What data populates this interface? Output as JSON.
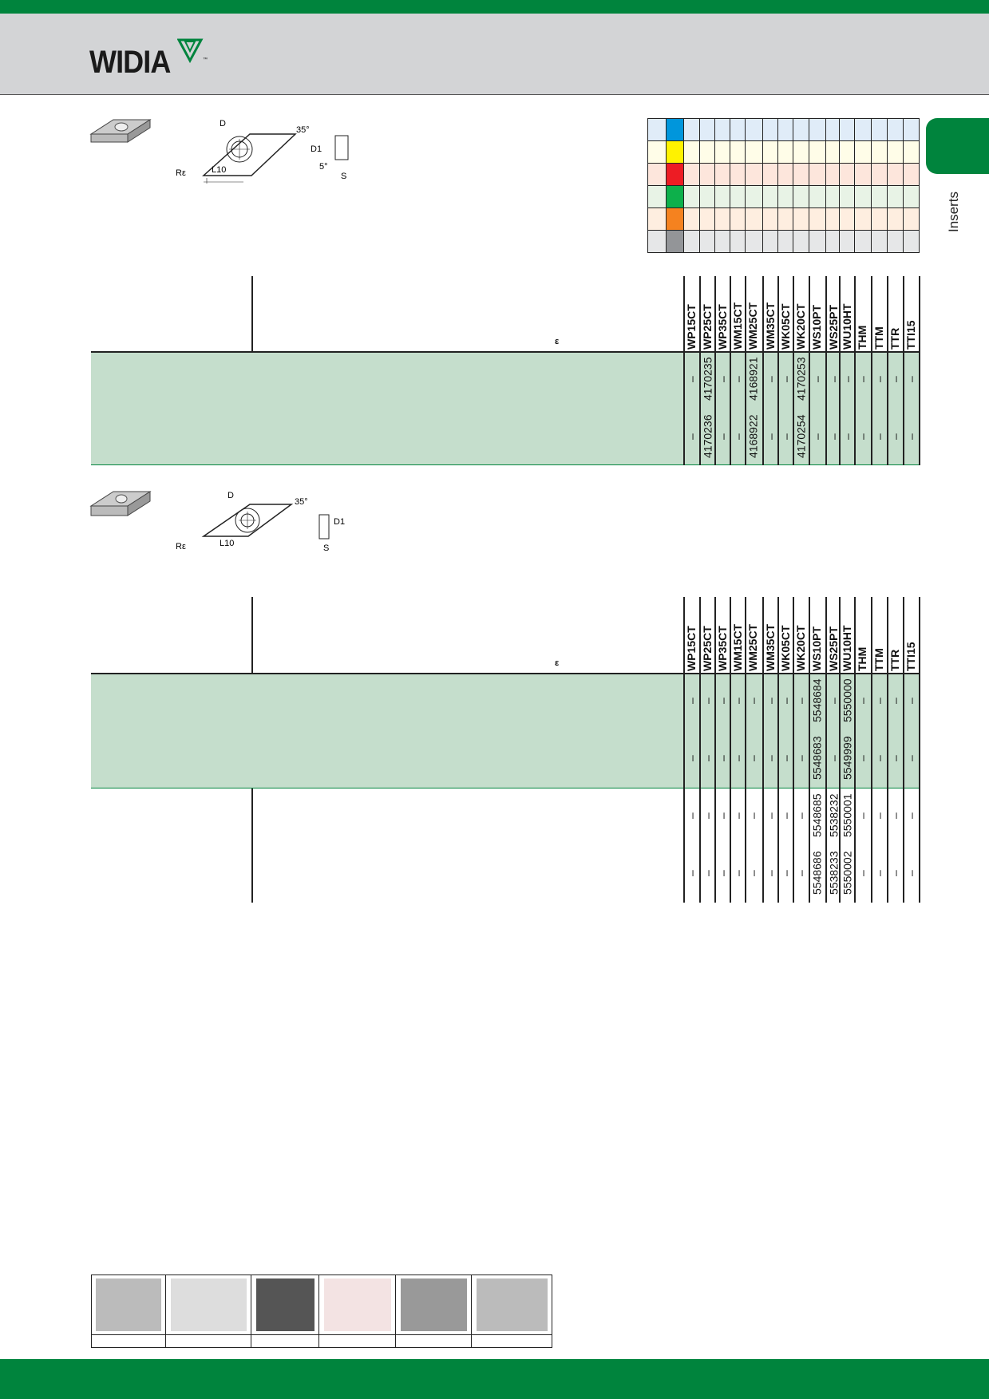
{
  "brand": {
    "logo_text": "WIDIA",
    "trademark": "™"
  },
  "side_tab": {
    "label": "Inserts"
  },
  "colors": {
    "accent": "#00843d",
    "table_band": "#c5decc"
  },
  "material_groups": [
    {
      "color": "#0096dc",
      "tint": "#e0ecf8"
    },
    {
      "color": "#fff200",
      "tint": "#fffde8"
    },
    {
      "color": "#ed1c24",
      "tint": "#fde6dc"
    },
    {
      "color": "#0db04b",
      "tint": "#e8f3e6"
    },
    {
      "color": "#f5821f",
      "tint": "#feeee0"
    },
    {
      "color": "#939598",
      "tint": "#e6e7e8"
    }
  ],
  "grades": [
    "WP15CT",
    "WP25CT",
    "WP35CT",
    "WM15CT",
    "WM25CT",
    "WM35CT",
    "WK05CT",
    "WK20CT",
    "WS10PT",
    "WS25PT",
    "WU10HT",
    "THM",
    "TTM",
    "TTR",
    "TTI15"
  ],
  "diagram1": {
    "labels": [
      "D",
      "35°",
      "D1",
      "5°",
      "S",
      "Rε",
      "L10"
    ]
  },
  "diagram2": {
    "labels": [
      "D",
      "35°",
      "D1",
      "S",
      "Rε",
      "L10"
    ]
  },
  "table1": {
    "epsilon": "ε",
    "rows": [
      [
        "–",
        "4170235",
        "–",
        "–",
        "4168921",
        "–",
        "–",
        "4170253",
        "–",
        "–",
        "–",
        "–",
        "–",
        "–",
        "–"
      ],
      [
        "–",
        "4170236",
        "–",
        "–",
        "4168922",
        "–",
        "–",
        "4170254",
        "–",
        "–",
        "–",
        "–",
        "–",
        "–",
        "–"
      ]
    ]
  },
  "table2": {
    "epsilon": "ε",
    "rows": [
      [
        "–",
        "–",
        "–",
        "–",
        "–",
        "–",
        "–",
        "–",
        "5548684",
        "–",
        "5550000",
        "–",
        "–",
        "–",
        "–"
      ],
      [
        "–",
        "–",
        "–",
        "–",
        "–",
        "–",
        "–",
        "–",
        "5548683",
        "–",
        "5549999",
        "–",
        "–",
        "–",
        "–"
      ],
      [
        "–",
        "–",
        "–",
        "–",
        "–",
        "–",
        "–",
        "–",
        "5548685",
        "5538232",
        "5550001",
        "–",
        "–",
        "–",
        "–"
      ],
      [
        "–",
        "–",
        "–",
        "–",
        "–",
        "–",
        "–",
        "–",
        "5548686",
        "5538233",
        "5550002",
        "–",
        "–",
        "–",
        "–"
      ]
    ]
  }
}
